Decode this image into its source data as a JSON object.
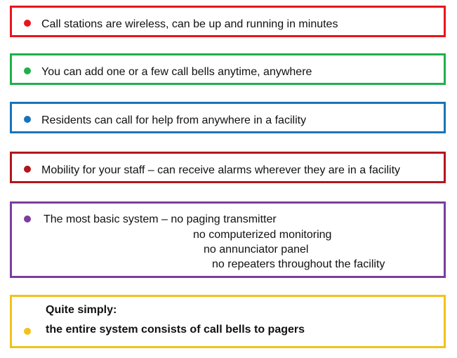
{
  "boxes": [
    {
      "color": "#e8151b",
      "text": "Call stations are wireless, can be up and running in minutes"
    },
    {
      "color": "#1fb04a",
      "text": "You can add one or a few call bells anytime, anywhere"
    },
    {
      "color": "#1a73b8",
      "text": "Residents can call for help from anywhere in a facility"
    },
    {
      "color": "#b3161c",
      "text": "Mobility for your staff – can receive alarms wherever they are in a facility"
    },
    {
      "color": "#7d3d9e",
      "lines": [
        "The most basic system – no paging transmitter",
        "no computerized monitoring",
        "no annunciator panel",
        "no repeaters throughout the facility"
      ]
    },
    {
      "color": "#f2c21a",
      "lines": [
        "Quite simply:",
        "the entire system consists of call bells to pagers"
      ]
    }
  ]
}
